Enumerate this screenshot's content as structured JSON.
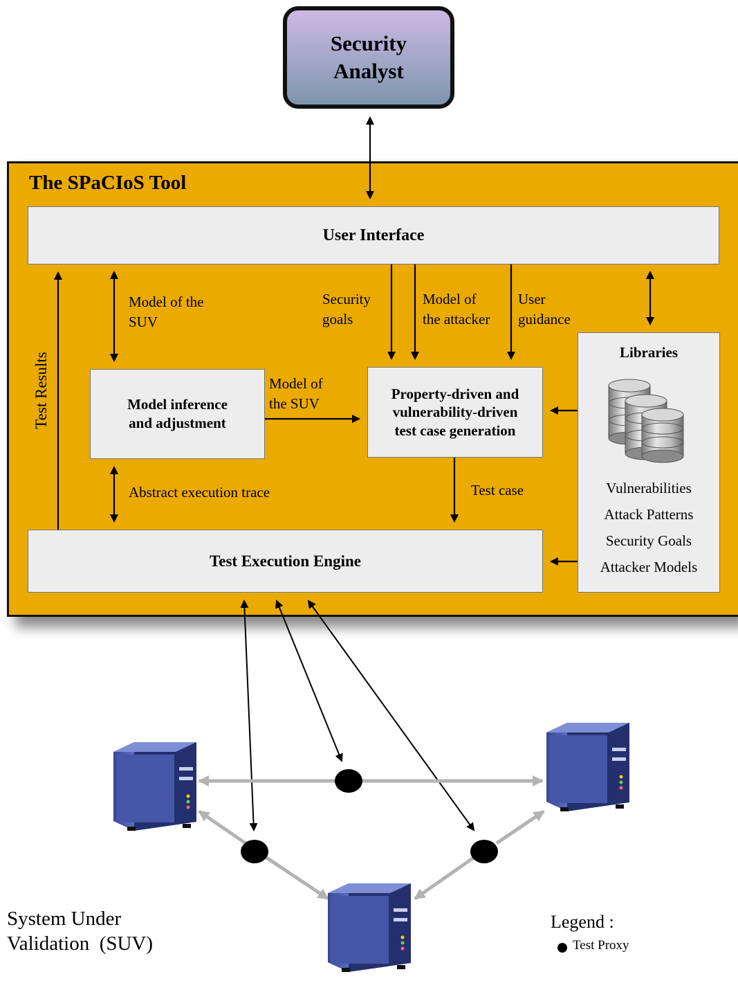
{
  "security_analyst": "Security\nAnalyst",
  "tool_title": "The SPaCIoS Tool",
  "user_interface": "User Interface",
  "model_inference": "Model inference\nand adjustment",
  "test_case_generation": "Property-driven and\nvulnerability-driven\ntest case generation",
  "test_execution_engine": "Test Execution Engine",
  "libraries": {
    "title": "Libraries",
    "items": [
      "Vulnerabilities",
      "Attack Patterns",
      "Security Goals",
      "Attacker Models"
    ]
  },
  "edge_labels": {
    "model_suv_ui": "Model of the\nSUV",
    "model_suv_mid": "Model of\nthe SUV",
    "security_goals": "Security\ngoals",
    "model_attacker": "Model of\nthe attacker",
    "user_guidance": "User\nguidance",
    "abstract_trace": "Abstract execution trace",
    "test_case": "Test case",
    "test_results": "Test Results"
  },
  "suv_label": "System Under\nValidation  (SUV)",
  "legend": {
    "title": "Legend :",
    "item": "Test Proxy"
  },
  "colors": {
    "tool_background": "#eaaa00",
    "box_fill": "#ededed",
    "analyst_gradient_top": "#cdb9e4",
    "analyst_gradient_bottom": "#7d96ae",
    "suv_link": "#b3b3b3",
    "server": "#4656a8"
  },
  "icons": {
    "database": "database-stack-icon",
    "server": "server-tower-icon",
    "proxy": "test-proxy-dot"
  }
}
